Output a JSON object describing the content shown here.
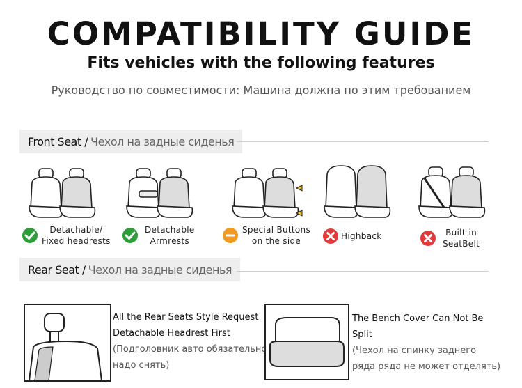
{
  "header": {
    "title": "COMPATIBILITY GUIDE",
    "subtitle": "Fits vehicles with the following features",
    "subtitle_ru": "Руководство по совместимости: Машина должна по этим требованием"
  },
  "front": {
    "heading_en": "Front Seat /",
    "heading_ru": "Чехол на задные сиденья",
    "features": [
      {
        "lines": [
          "Detachable/",
          "Fixed headrests"
        ],
        "status": "ok",
        "icon": "check-icon"
      },
      {
        "lines": [
          "Detachable",
          "Armrests"
        ],
        "status": "ok",
        "icon": "check-icon"
      },
      {
        "lines": [
          "Special Buttons",
          "on the side"
        ],
        "status": "warn",
        "icon": "minus-icon"
      },
      {
        "lines": [
          "Highback"
        ],
        "status": "no",
        "icon": "cross-icon"
      },
      {
        "lines": [
          "Built-in",
          "SeatBelt"
        ],
        "status": "no",
        "icon": "cross-icon"
      }
    ]
  },
  "rear": {
    "heading_en": "Rear Seat /",
    "heading_ru": "Чехол на задные сиденья",
    "items": [
      {
        "lines": [
          "All the Rear Seats Style Request",
          "Detachable Headrest First",
          "(Подголовник авто обязательно",
          " надо снять)"
        ]
      },
      {
        "lines": [
          "The Bench Cover Can Not Be",
          "Split",
          "(Чехол на спинку заднего",
          "ряда ряда не может отделять)"
        ]
      }
    ]
  },
  "colors": {
    "ok": "#2e9e3a",
    "warn": "#f39a1e",
    "no": "#e23b3b"
  }
}
